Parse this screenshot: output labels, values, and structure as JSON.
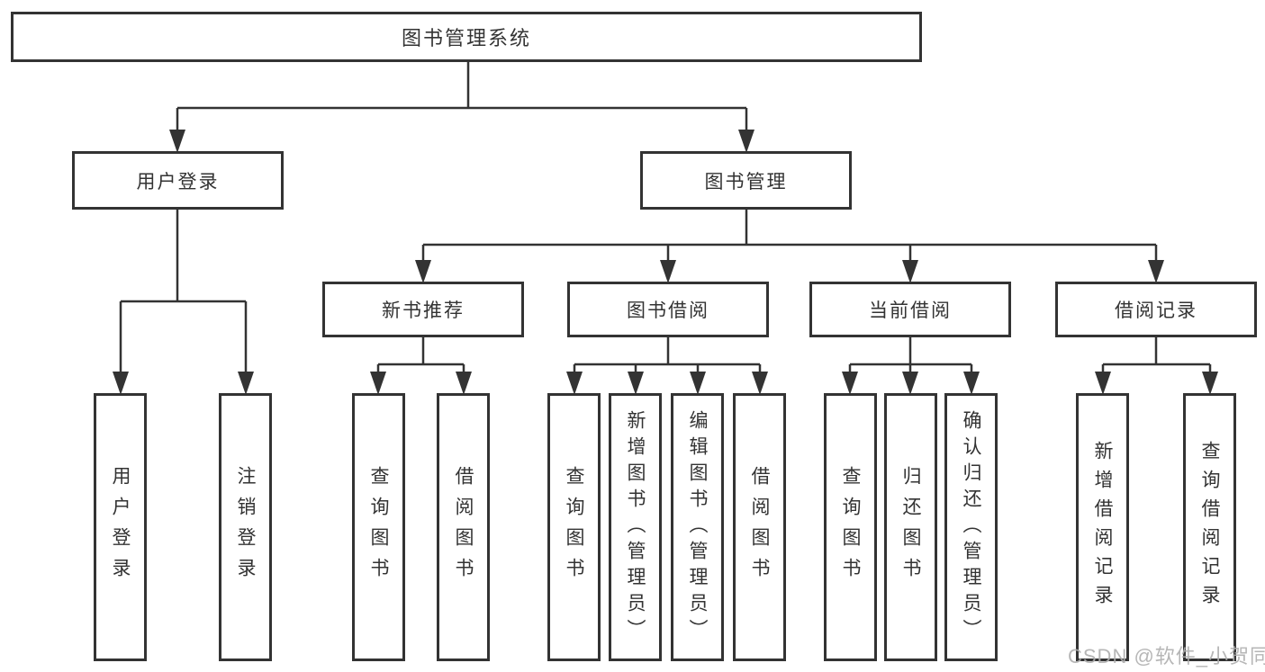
{
  "diagram": {
    "type": "hierarchy",
    "root": {
      "label": "图书管理系统",
      "children": [
        {
          "label": "用户登录",
          "children": [
            {
              "label": "用户登录"
            },
            {
              "label": "注销登录"
            }
          ]
        },
        {
          "label": "图书管理",
          "children": [
            {
              "label": "新书推荐",
              "children": [
                {
                  "label": "查询图书"
                },
                {
                  "label": "借阅图书"
                }
              ]
            },
            {
              "label": "图书借阅",
              "children": [
                {
                  "label": "查询图书"
                },
                {
                  "label": "新增图书（管理员）"
                },
                {
                  "label": "编辑图书（管理员）"
                },
                {
                  "label": "借阅图书"
                }
              ]
            },
            {
              "label": "当前借阅",
              "children": [
                {
                  "label": "查询图书"
                },
                {
                  "label": "归还图书"
                },
                {
                  "label": "确认归还（管理员）"
                }
              ]
            },
            {
              "label": "借阅记录",
              "children": [
                {
                  "label": "新增借阅记录"
                },
                {
                  "label": "查询借阅记录"
                }
              ]
            }
          ]
        }
      ]
    }
  },
  "watermark": {
    "text": "CSDN @软件_小贺同学",
    "color": "#afafaf"
  },
  "colors": {
    "background": "#ffffff",
    "line": "#333333",
    "box_border": "#333333",
    "text": "#333333"
  }
}
